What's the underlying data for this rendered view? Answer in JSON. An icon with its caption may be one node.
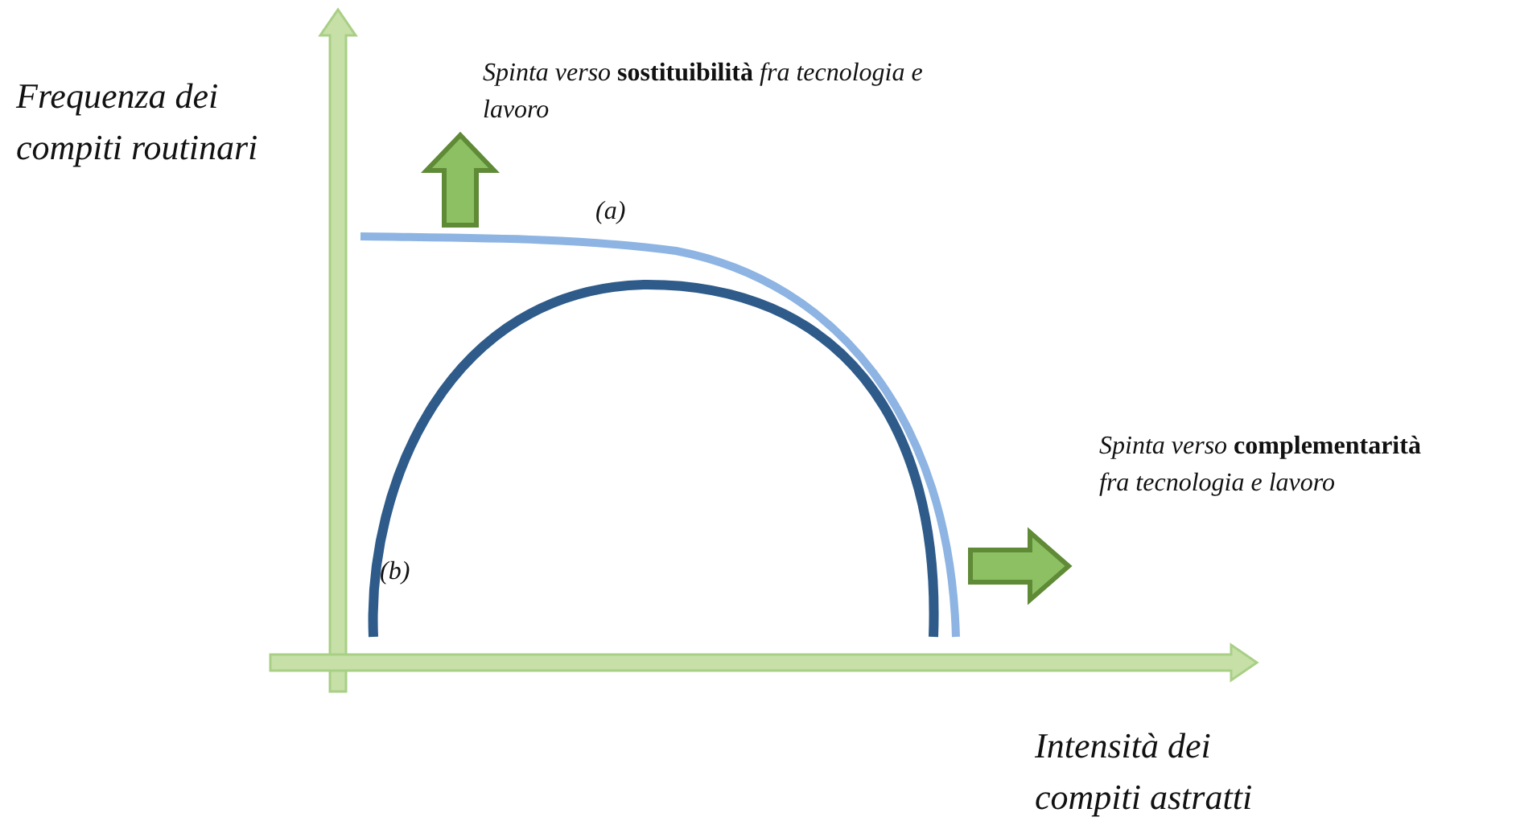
{
  "diagram": {
    "labels": [
      "Spinta verso **sostituibilità** fra tecnologia e lavoro",
      "Frequenza dei compiti routinari",
      "(a)",
      "Spinta verso **complementarità** fra tecnologia e lavoro",
      "(b)",
      "Intensità dei compiti astratti"
    ]
  }
}
